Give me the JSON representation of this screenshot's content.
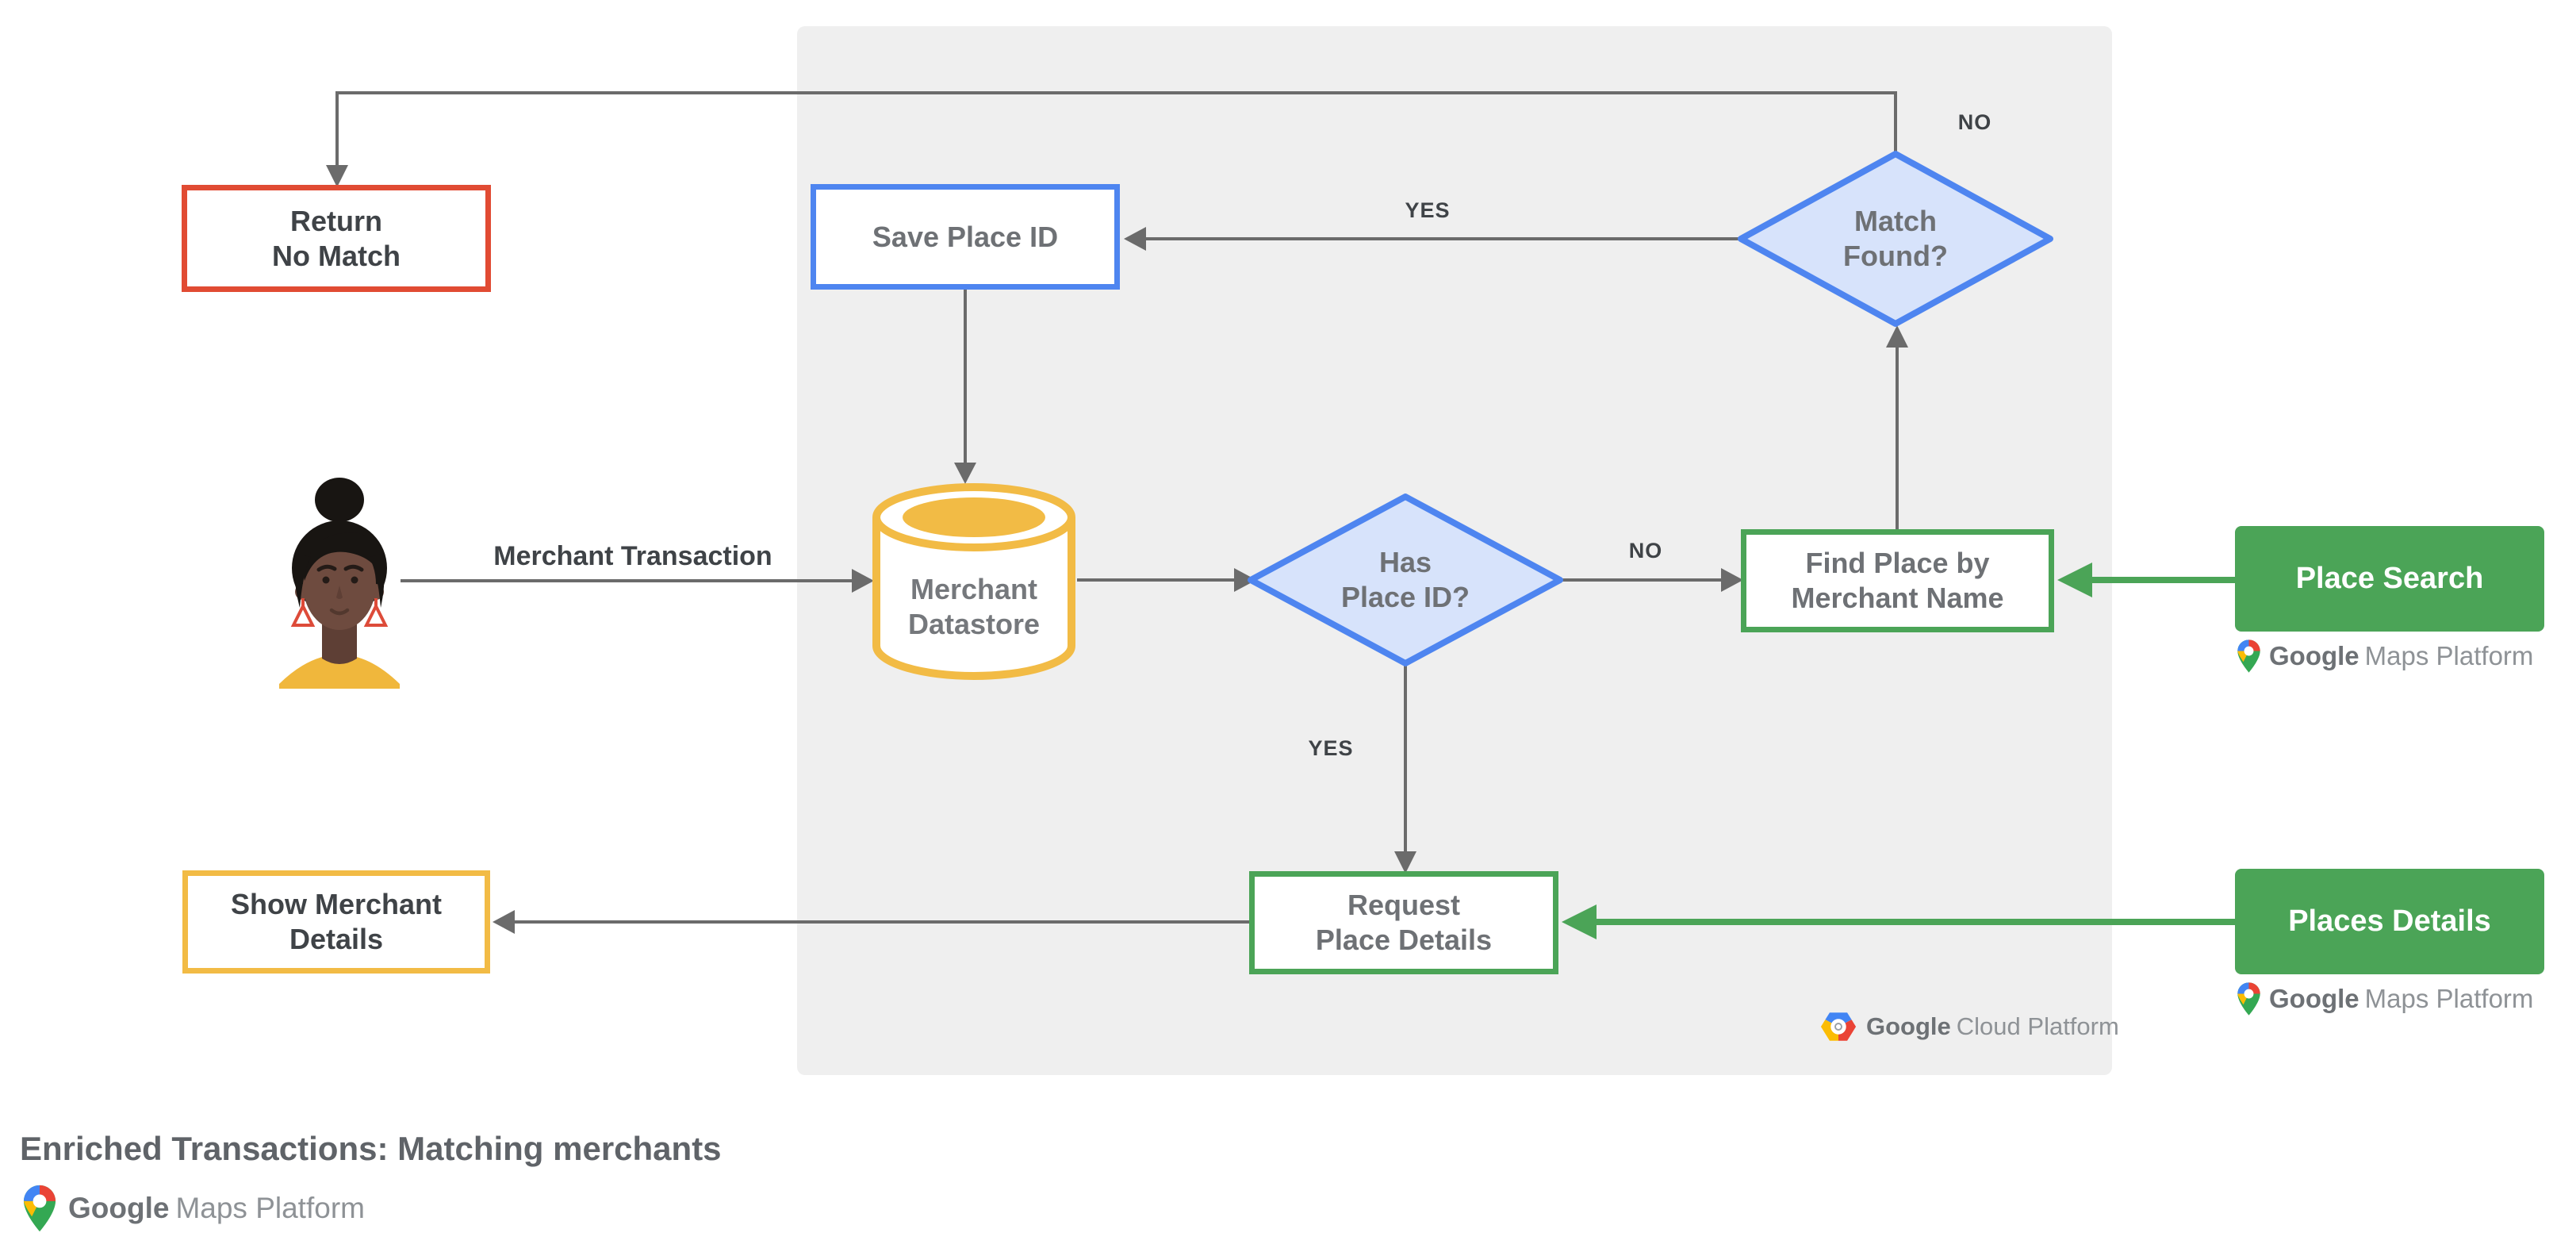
{
  "labels": {
    "merchant_transaction": "Merchant Transaction",
    "yes_match_to_save": "YES",
    "no_match_loop": "NO",
    "no_has_place": "NO",
    "yes_has_place": "YES"
  },
  "nodes": {
    "return_no_match": "Return\nNo Match",
    "save_place_id": "Save Place ID",
    "match_found": "Match\nFound?",
    "merchant_datastore": "Merchant\nDatastore",
    "has_place_id": "Has\nPlace ID?",
    "find_place_by_merchant_name": "Find Place by\nMerchant Name",
    "request_place_details": "Request\nPlace Details",
    "show_merchant_details": "Show Merchant\nDetails",
    "place_search": "Place Search",
    "places_details": "Places Details"
  },
  "logos": {
    "gcp_google": "Google",
    "gcp_rest": "Cloud Platform",
    "gmp_google": "Google",
    "gmp_rest": "Maps Platform"
  },
  "footer": {
    "title": "Enriched Transactions: Matching merchants"
  },
  "colors": {
    "red": "#e14b33",
    "blue": "#4e85f0",
    "blue_fill": "#d7e3fb",
    "yellow": "#f2bb45",
    "green": "#4ba457",
    "line_gray": "#6b6b6b",
    "panel_gray": "#efefef"
  }
}
